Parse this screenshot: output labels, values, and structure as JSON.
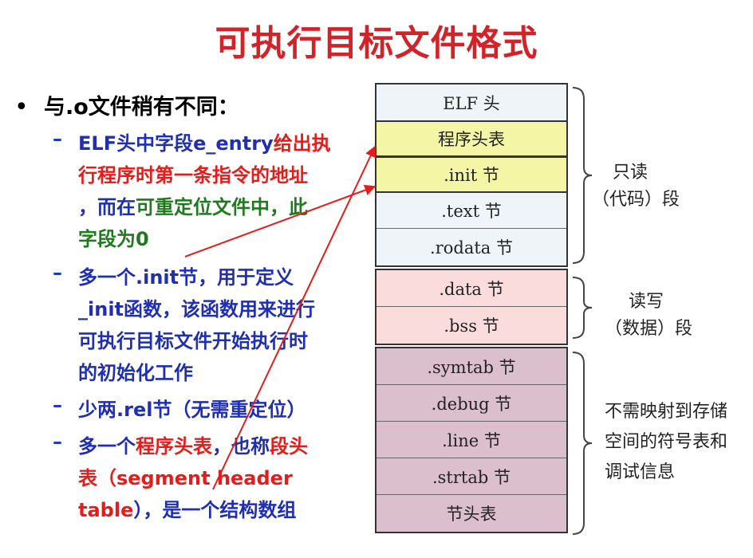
{
  "title": "可执行目标文件格式",
  "bullet": "与.o文件稍有不同：",
  "items": [
    {
      "lines": [
        [
          {
            "t": "ELF头中字段e_entry",
            "c": "blue"
          },
          {
            "t": "给出执",
            "c": "red"
          }
        ],
        [
          {
            "t": "行程序时第一条指令的地址",
            "c": "red"
          }
        ],
        [
          {
            "t": "，而在",
            "c": "blue"
          },
          {
            "t": "可重定位文件中，此",
            "c": "green"
          }
        ],
        [
          {
            "t": "字段为0",
            "c": "green"
          }
        ]
      ]
    },
    {
      "lines": [
        [
          {
            "t": "多一个.init节，用于定义",
            "c": "blue"
          }
        ],
        [
          {
            "t": "_init函数，该函数用来进行",
            "c": "blue"
          }
        ],
        [
          {
            "t": "可执行目标文件开始执行时",
            "c": "blue"
          }
        ],
        [
          {
            "t": "的初始化工作",
            "c": "blue"
          }
        ]
      ]
    },
    {
      "lines": [
        [
          {
            "t": "少两.rel节（无需重定位）",
            "c": "blue"
          }
        ]
      ]
    },
    {
      "lines": [
        [
          {
            "t": "多一个",
            "c": "blue"
          },
          {
            "t": "程序头表",
            "c": "red"
          },
          {
            "t": "，也称",
            "c": "blue"
          },
          {
            "t": "段头",
            "c": "red"
          }
        ],
        [
          {
            "t": "表（segment header",
            "c": "red"
          }
        ],
        [
          {
            "t": "table",
            "c": "red"
          },
          {
            "t": "），是一个结构数组",
            "c": "blue"
          }
        ]
      ]
    }
  ],
  "segments": {
    "readonly": [
      "ELF 头",
      "程序头表",
      ".init  节",
      ".text  节",
      ".rodata  节"
    ],
    "readwrite": [
      ".data  节",
      ".bss  节"
    ],
    "noload": [
      ".symtab 节",
      ".debug  节",
      ".line  节",
      ".strtab  节",
      "节头表"
    ]
  },
  "labels": {
    "readonly": [
      "只读",
      "（代码）段"
    ],
    "readwrite": [
      "读写",
      "（数据）段"
    ],
    "noload": [
      "不需映射到存储",
      "空间的符号表和",
      "调试信息"
    ]
  },
  "colors": {
    "title": "#d2232a",
    "blue": "#1f2fb0",
    "red": "#e41c1c",
    "green": "#1f7a1f",
    "arrow": "#e41c1c"
  }
}
